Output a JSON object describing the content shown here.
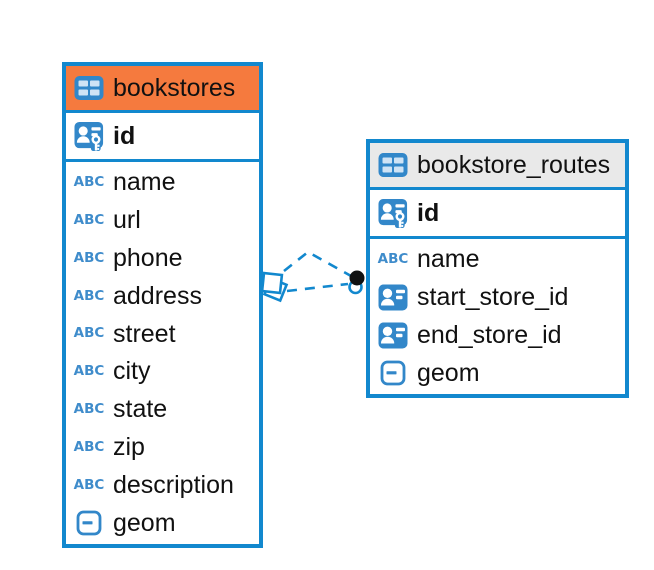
{
  "icons": {
    "text_glyph": "ABC"
  },
  "colors": {
    "accent_blue": "#1288CE",
    "icon_blue": "#3287C9",
    "bookstores_header": "#F57A3E",
    "routes_header": "#E9E9E9",
    "relationship_dot": "#111111"
  },
  "tables": [
    {
      "title": "bookstores",
      "pk": "id",
      "columns": [
        "name",
        "url",
        "phone",
        "address",
        "street",
        "city",
        "state",
        "zip",
        "description",
        "geom"
      ]
    },
    {
      "title": "bookstore_routes",
      "pk": "id",
      "columns": [
        "name",
        "start_store_id",
        "end_store_id",
        "geom"
      ]
    }
  ],
  "relationship": {
    "from_table": "bookstores",
    "to_table": "bookstore_routes",
    "line_style": "dashed"
  }
}
